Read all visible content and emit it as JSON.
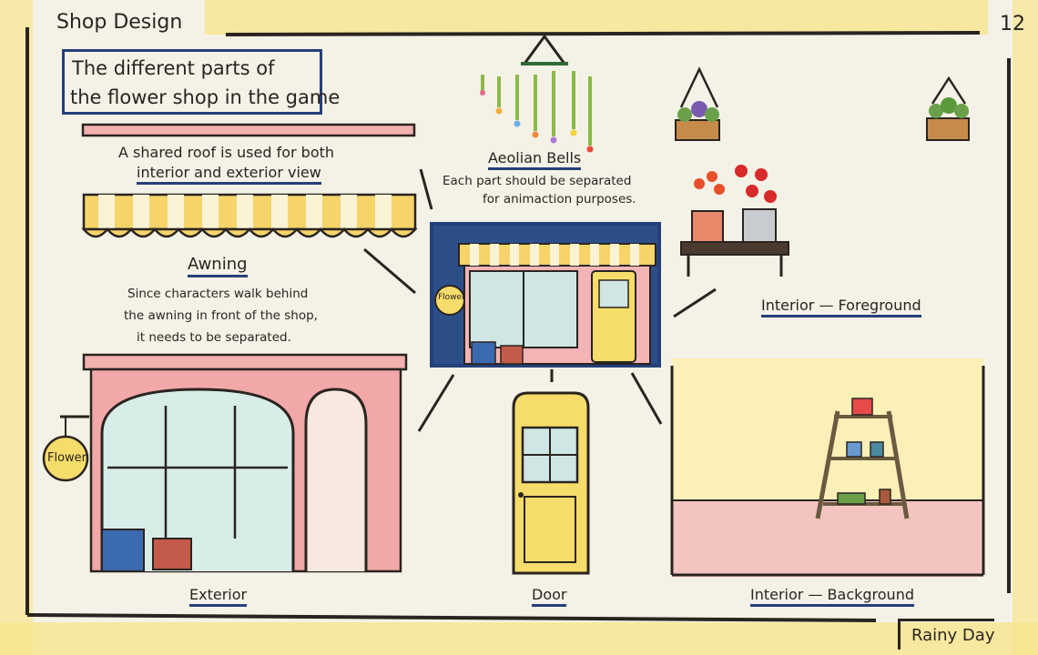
{
  "header": {
    "title": "Shop Design",
    "page_number": "12"
  },
  "intro": {
    "line1": "The different parts of",
    "line2": "the flower shop in the game"
  },
  "roof": {
    "line1": "A shared roof is used for both",
    "line2": "interior and exterior view"
  },
  "bells": {
    "title": "Aeolian Bells",
    "line1": "Each part should be separated",
    "line2": "for animaction purposes."
  },
  "awning": {
    "title": "Awning",
    "line1": "Since characters walk behind",
    "line2": "the awning in front of the shop,",
    "line3": "it needs to be separated."
  },
  "center": {
    "sign": "Flower"
  },
  "interior_fg": {
    "label": "Interior — Foreground"
  },
  "exterior": {
    "label": "Exterior",
    "sign": "Flower"
  },
  "door": {
    "label": "Door"
  },
  "interior_bg": {
    "label": "Interior — Background"
  },
  "footer": {
    "signature": "Rainy Day"
  },
  "colors": {
    "ink": "#2a2420",
    "accent_blue": "#24407a",
    "pink": "#f2a8a8",
    "yellow": "#f6dc6a"
  }
}
